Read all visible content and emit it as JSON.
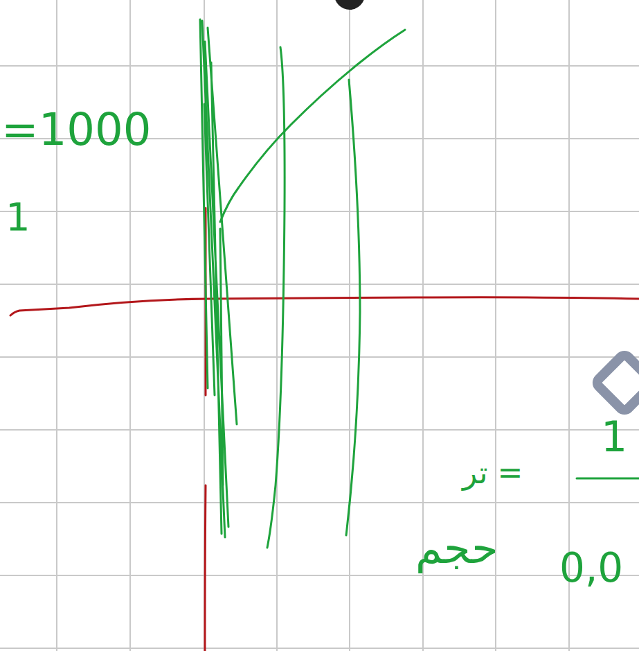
{
  "diagram": {
    "labels": [
      "=1000",
      "1",
      "تر =",
      "1",
      "حجم",
      "0,0"
    ]
  }
}
